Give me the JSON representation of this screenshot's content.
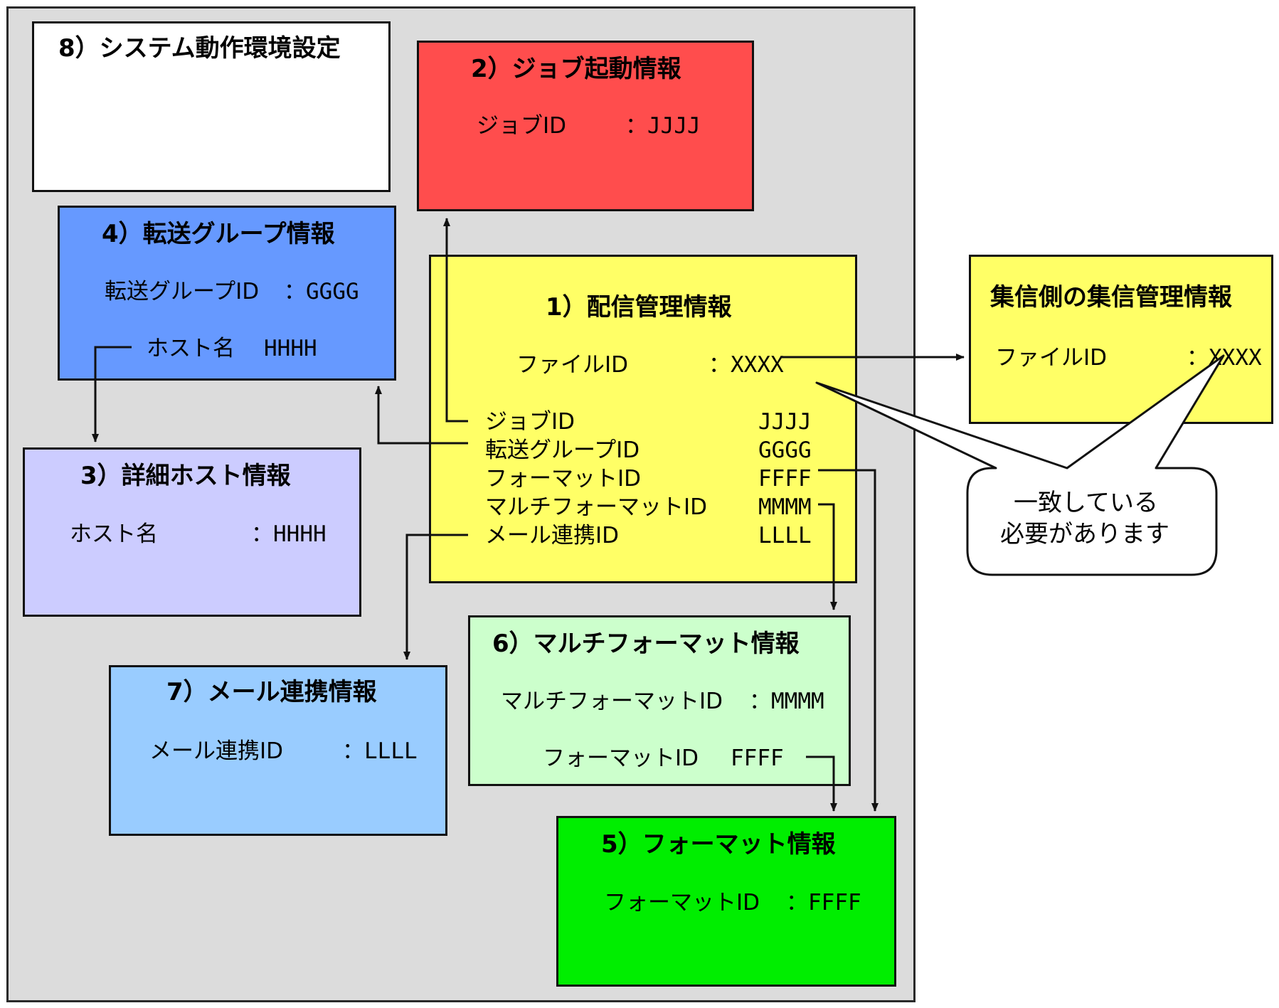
{
  "boxes": {
    "system_env": {
      "title": "8）システム動作環境設定",
      "color": "#ffffff"
    },
    "job_start": {
      "title": "2）ジョブ起動情報",
      "color": "#ff4d4d",
      "job_id_label": "ジョブID",
      "job_id_value": "：JJJJ"
    },
    "transfer_group": {
      "title": "4）転送グループ情報",
      "color": "#6699ff",
      "group_id_label": "転送グループID",
      "group_id_value": "：GGGG",
      "host_label": "ホスト名",
      "host_value": "HHHH"
    },
    "delivery_mgmt": {
      "title": "1）配信管理情報",
      "color": "#ffff66",
      "file_id_label": "ファイルID",
      "file_id_value": "：XXXX",
      "rows": [
        {
          "label": "ジョブID",
          "value": "JJJJ"
        },
        {
          "label": "転送グループID",
          "value": "GGGG"
        },
        {
          "label": "フォーマットID",
          "value": "FFFF"
        },
        {
          "label": "マルチフォーマットID",
          "value": "MMMM"
        },
        {
          "label": "メール連携ID",
          "value": "LLLL"
        }
      ]
    },
    "collect_mgmt": {
      "title": "集信側の集信管理情報",
      "color": "#ffff66",
      "file_id_label": "ファイルID",
      "file_id_value": "：XXXX"
    },
    "detail_host": {
      "title": "3）詳細ホスト情報",
      "color": "#ccccff",
      "host_label": "ホスト名",
      "host_value": "：HHHH"
    },
    "mail_link": {
      "title": "7）メール連携情報",
      "color": "#99ccff",
      "mail_id_label": "メール連携ID",
      "mail_id_value": "：LLLL"
    },
    "multi_format": {
      "title": "6）マルチフォーマット情報",
      "color": "#ccffcc",
      "multi_id_label": "マルチフォーマットID",
      "multi_id_value": "：MMMM",
      "format_label": "フォーマットID",
      "format_value": "FFFF"
    },
    "format_info": {
      "title": "5）フォーマット情報",
      "color": "#00ee00",
      "format_id_label": "フォーマットID",
      "format_id_value": "：FFFF"
    }
  },
  "callout": {
    "line1": "一致している",
    "line2": "必要があります"
  },
  "colors": {
    "container": "#dcdcdc",
    "line": "#111111"
  }
}
